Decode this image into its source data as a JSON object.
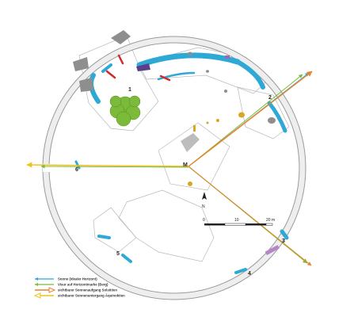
{
  "labels": {
    "gate_1": "1",
    "gate_2": "2",
    "gate_3": "3",
    "gate_4": "4",
    "gate_5": "5",
    "gate_6": "6",
    "center_M": "M",
    "north": "N"
  },
  "scale_bar": {
    "tick_0": "0",
    "tick_10": "10",
    "tick_20": "20 m"
  },
  "legend": [
    {
      "label": "Sonne (idealer Horizont)",
      "color": "#2ea9d6"
    },
    {
      "label": "Visur auf Horizontmarke (Berg)",
      "color": "#7cbb3a"
    },
    {
      "label": "sichtbarer Sonnenaufgang Solstitien",
      "color": "#e9822a"
    },
    {
      "label": "sichtbarer Sonnenuntergang Äquinoktien",
      "color": "#f2c21a"
    }
  ],
  "colors": {
    "ring_wall": "#eeeeee",
    "ring_outline": "#9a9a9a",
    "excavated_blue": "#2ea9d6",
    "purple_finds": "#5a3f8a",
    "red_finds": "#d12a2a",
    "tree_green": "#7cbb3a",
    "gold_finds": "#d8a61f",
    "rock_gray": "#8e8e8e"
  }
}
